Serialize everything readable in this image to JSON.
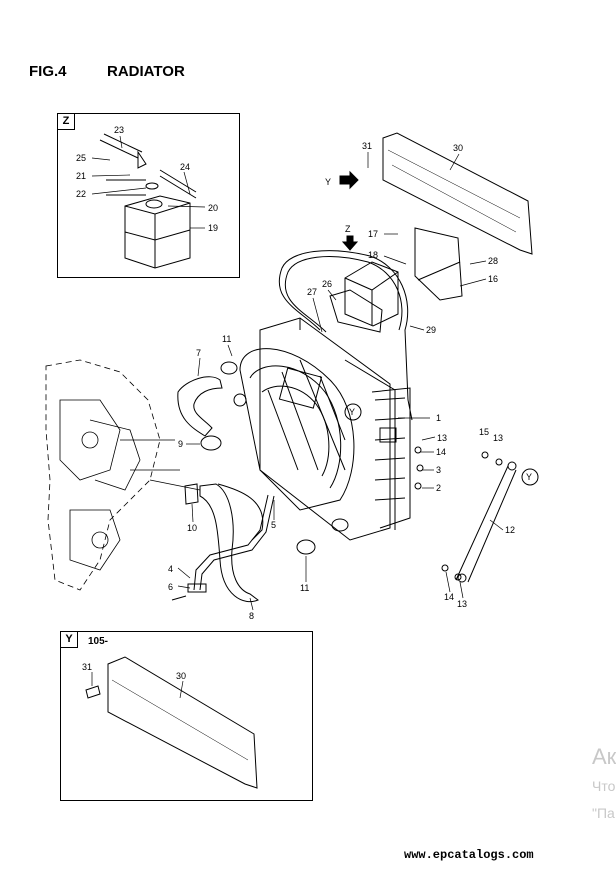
{
  "header": {
    "fig": "FIG.4",
    "title": "RADIATOR"
  },
  "detail_z": {
    "tag": "Z",
    "callouts": [
      "23",
      "25",
      "21",
      "22",
      "24",
      "20",
      "19"
    ]
  },
  "main": {
    "view_labels": {
      "y": "Y",
      "z": "Z"
    },
    "callouts": [
      "31",
      "30",
      "17",
      "18",
      "28",
      "16",
      "26",
      "27",
      "29",
      "11",
      "7",
      "1",
      "9",
      "13",
      "14",
      "15",
      "13",
      "3",
      "2",
      "10",
      "5",
      "12",
      "4",
      "6",
      "8",
      "11",
      "14",
      "13"
    ],
    "circle_y": "Y"
  },
  "detail_y": {
    "tag": "Y",
    "note": "105-",
    "callouts": [
      "31",
      "30"
    ]
  },
  "watermark": {
    "line1": "Ак",
    "line2": "Что",
    "line3": "\"Па"
  },
  "footer": {
    "url": "www.epcatalogs.com"
  }
}
